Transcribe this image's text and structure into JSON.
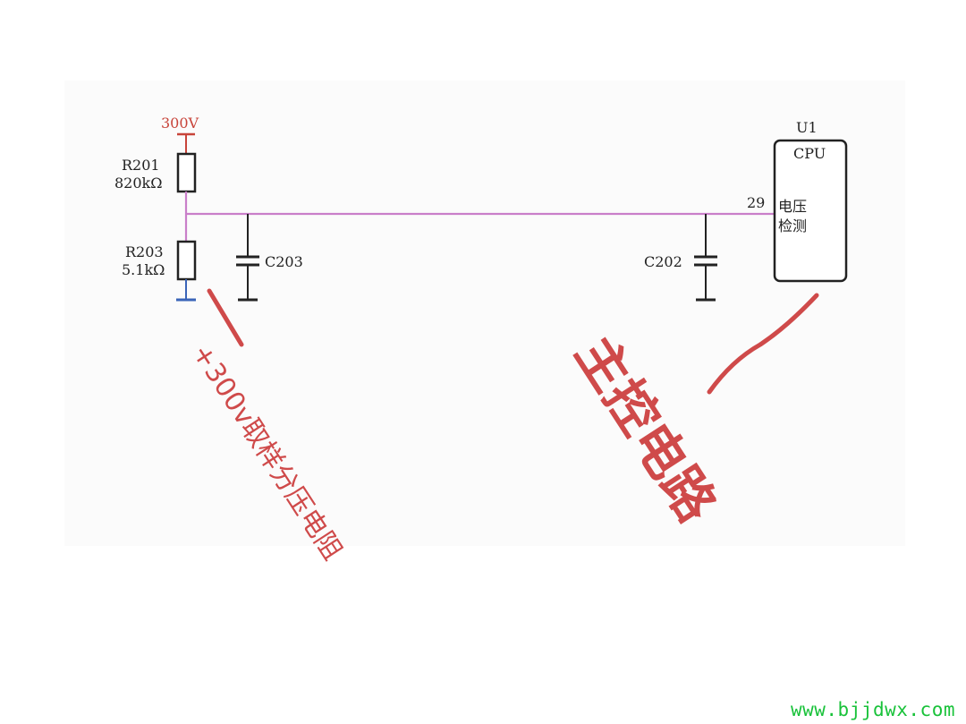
{
  "schematic": {
    "supply_label": "300V",
    "r201": {
      "ref": "R201",
      "value": "820kΩ"
    },
    "r203": {
      "ref": "R203",
      "value": "5.1kΩ"
    },
    "c203": {
      "ref": "C203"
    },
    "c202": {
      "ref": "C202"
    },
    "u1": {
      "ref": "U1",
      "name": "CPU",
      "pin_number": "29",
      "pin_label_line1": "电压",
      "pin_label_line2": "检测"
    }
  },
  "annotations": {
    "left_note": "+300v取样分压电阻",
    "right_note": "主控电路"
  },
  "watermark": "www.bjjdwx.com",
  "colors": {
    "wire_net": "#c97fc9",
    "wire_black": "#222222",
    "supply": "#c8443a",
    "ground": "#3a64b8",
    "annotation": "#cf4a4a",
    "watermark": "#19c23a"
  }
}
